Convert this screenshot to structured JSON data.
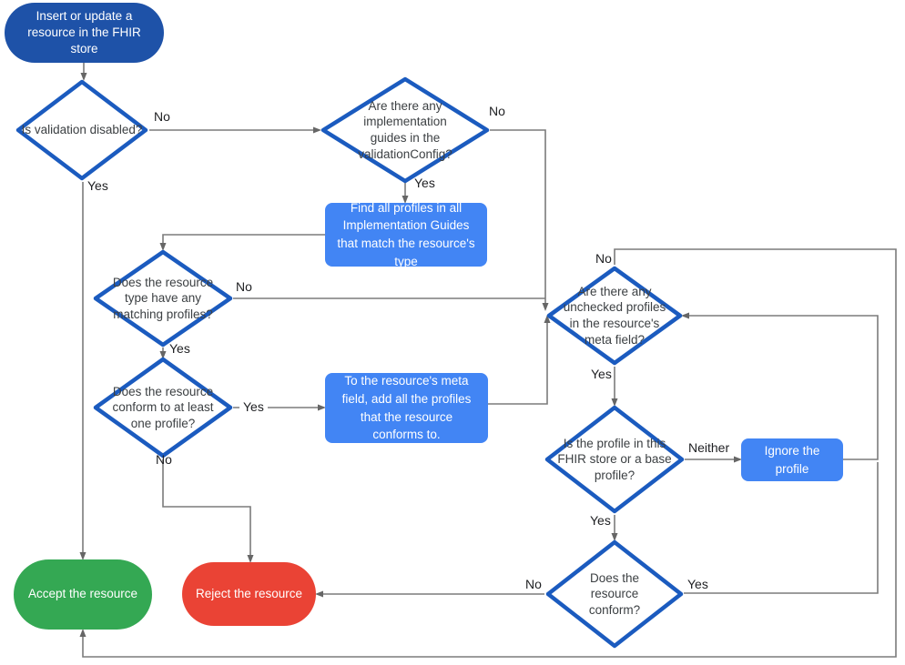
{
  "title": "FHIR store resource validation flowchart",
  "nodes": {
    "start": {
      "label": "Insert or update a resource in the FHIR store"
    },
    "validation_disabled": {
      "label": "Is validation disabled?"
    },
    "implementation_guides": {
      "label": "Are there any implementation guides in the validationConfig?"
    },
    "find_profiles": {
      "label": "Find all profiles in all Implementation Guides that match the resource's type"
    },
    "matching_profiles": {
      "label": "Does the resource type have any matching profiles?"
    },
    "conform_one": {
      "label": "Does the resource conform to at least one profile?"
    },
    "add_profiles": {
      "label": "To the resource's meta field, add all the profiles that the resource conforms to."
    },
    "unchecked_profiles": {
      "label": "Are there any unchecked profiles in the resource's meta field?"
    },
    "profile_in_store": {
      "label": "Is the profile in this FHIR store or a base profile?"
    },
    "ignore_profile": {
      "label": "Ignore the profile"
    },
    "does_conform": {
      "label": "Does the resource conform?"
    },
    "accept": {
      "label": "Accept the resource"
    },
    "reject": {
      "label": "Reject the resource"
    }
  },
  "edge_labels": {
    "validation_no": "No",
    "validation_yes": "Yes",
    "guides_no": "No",
    "guides_yes": "Yes",
    "matching_no": "No",
    "matching_yes": "Yes",
    "conform_one_yes": "Yes",
    "conform_one_no": "No",
    "unchecked_no": "No",
    "unchecked_yes": "Yes",
    "profile_neither": "Neither",
    "profile_yes": "Yes",
    "conform_yes": "Yes",
    "conform_no": "No"
  },
  "colors": {
    "start_fill": "#1e52a8",
    "process_fill": "#4285f4",
    "diamond_stroke": "#1b5bbf",
    "accept_fill": "#34a853",
    "reject_fill": "#ea4335",
    "connector": "#7b7b7b",
    "arrowhead": "#666666",
    "node_text": "#3c4043",
    "label_text": "#202124"
  }
}
